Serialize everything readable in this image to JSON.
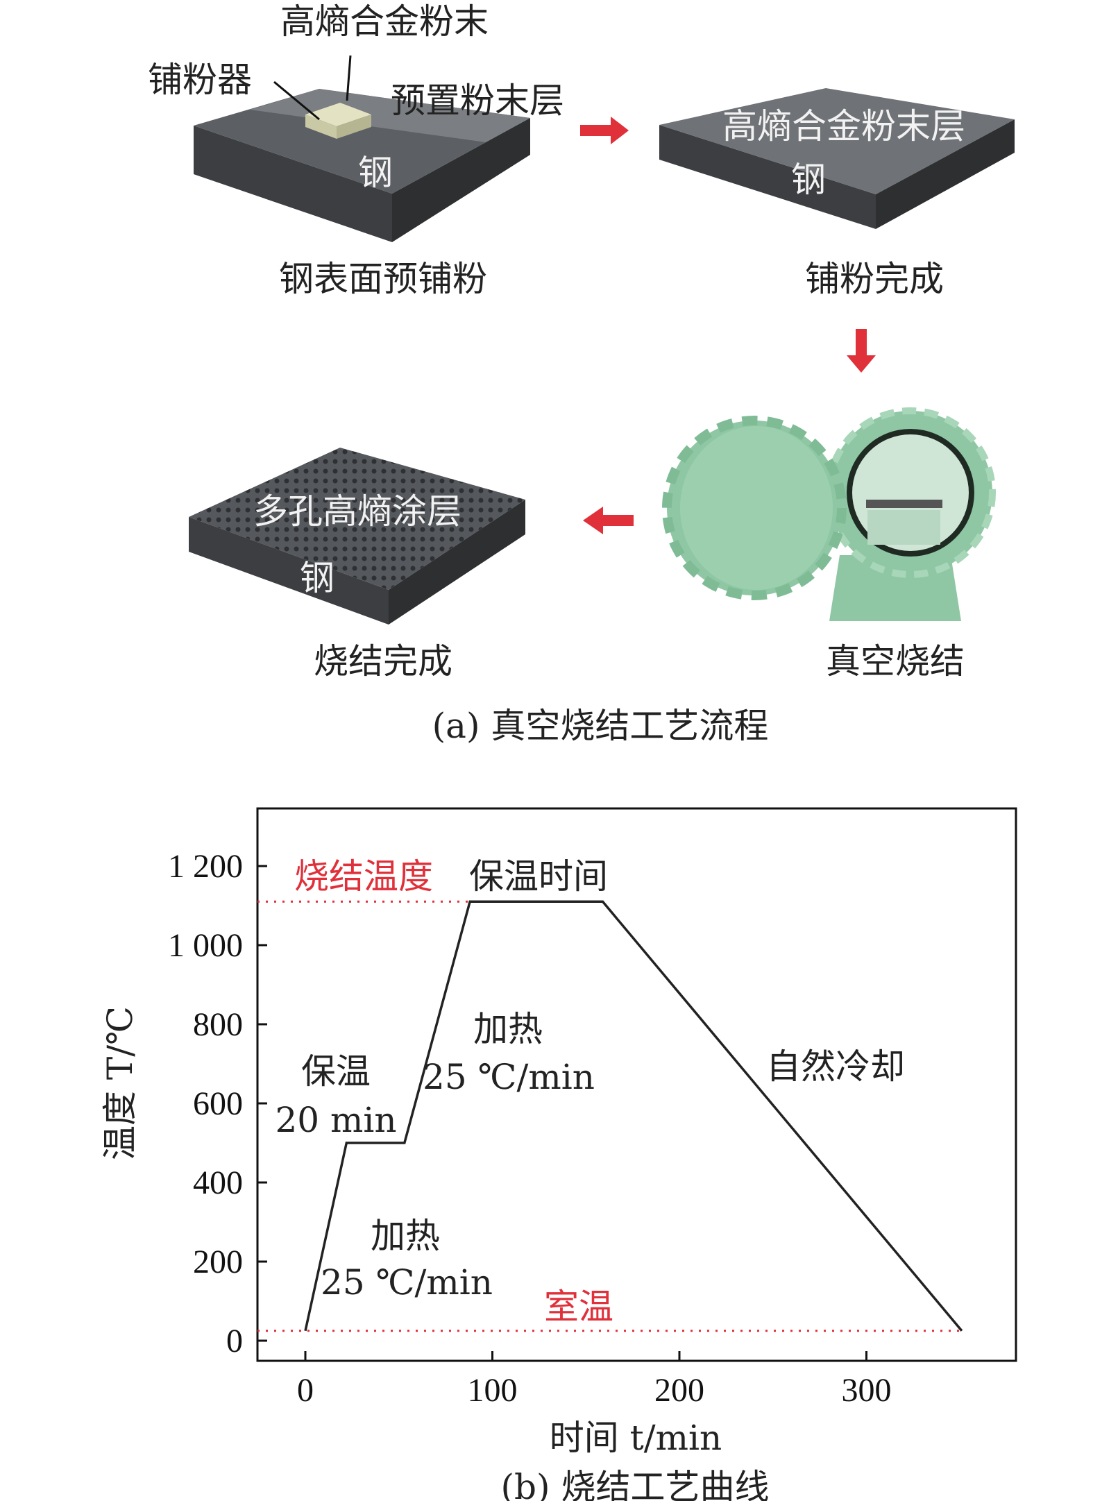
{
  "panel_a": {
    "caption": "(a) 真空烧结工艺流程",
    "step1": {
      "powder_label": "高熵合金粉末",
      "spreader_label": "铺粉器",
      "layer_label": "预置粉末层",
      "steel_label": "钢",
      "caption": "钢表面预铺粉"
    },
    "step2": {
      "layer_label": "高熵合金粉末层",
      "steel_label": "钢",
      "caption": "铺粉完成"
    },
    "step3": {
      "caption": "真空烧结"
    },
    "step4": {
      "layer_label": "多孔高熵涂层",
      "steel_label": "钢",
      "caption": "烧结完成"
    },
    "arrow_color": "#e0303a",
    "furnace_color": "#8fc7a4"
  },
  "panel_b": {
    "caption": "(b) 烧结工艺曲线",
    "annotations": {
      "sinter_temp": "烧结温度",
      "hold_time": "保温时间",
      "heat2_label": "加热",
      "heat2_rate": "25 ℃/min",
      "hold1_label": "保温",
      "hold1_time": "20 min",
      "heat1_label": "加热",
      "heat1_rate": "25 ℃/min",
      "room_temp": "室温",
      "cooling": "自然冷却"
    }
  },
  "chart_data": {
    "type": "line",
    "title": "(b) 烧结工艺曲线",
    "xlabel": "时间 t/min",
    "ylabel": "温度 T/℃",
    "xlim": [
      -25,
      380
    ],
    "ylim": [
      -50,
      1350
    ],
    "xticks": [
      0,
      100,
      200,
      300
    ],
    "xtick_labels": [
      "0",
      "100",
      "200",
      "300"
    ],
    "yticks": [
      0,
      200,
      400,
      600,
      800,
      1000,
      1200
    ],
    "ytick_labels": [
      "0",
      "200",
      "400",
      "600",
      "800",
      "1 000",
      "1 200"
    ],
    "series": [
      {
        "name": "烧结曲线",
        "x": [
          0,
          22,
          53,
          88,
          159,
          351
        ],
        "y": [
          25,
          500,
          500,
          1110,
          1110,
          25
        ]
      }
    ],
    "reference_lines": [
      {
        "name": "烧结温度",
        "y": 1110
      },
      {
        "name": "室温",
        "y": 25
      }
    ],
    "grid": false
  }
}
